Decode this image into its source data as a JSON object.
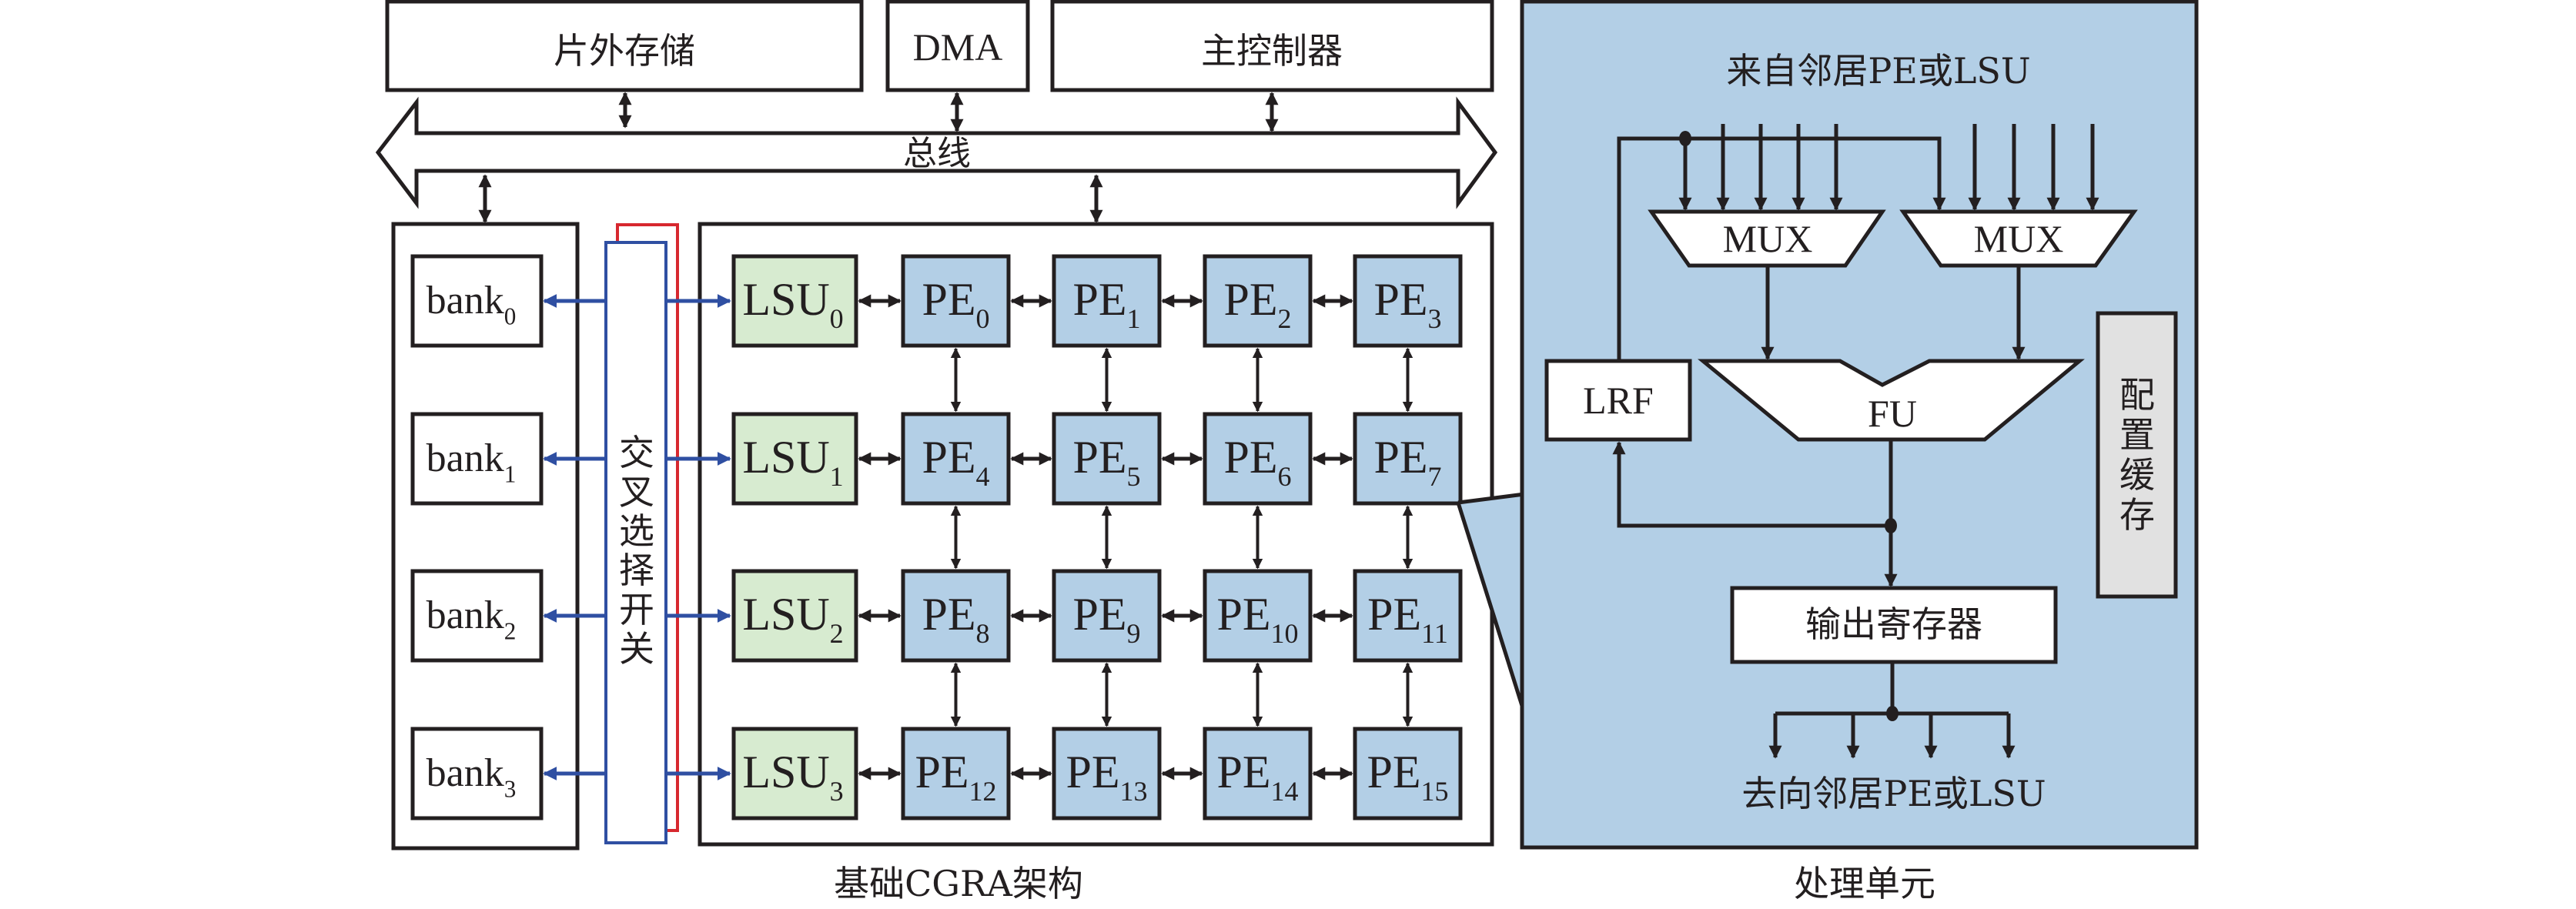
{
  "colors": {
    "pe_fill": "#b3cfe6",
    "lsu_fill": "#d7ebd0",
    "config_fill": "#e1e1e1",
    "crossbar_blue": "#2f4fa2",
    "crossbar_red": "#d7282f",
    "stroke": "#231f20"
  },
  "top_blocks": {
    "offchip_memory": "片外存储",
    "dma": "DMA",
    "main_controller": "主控制器"
  },
  "bus": {
    "label": "总线"
  },
  "memory_banks": [
    {
      "name": "bank",
      "sub": "0"
    },
    {
      "name": "bank",
      "sub": "1"
    },
    {
      "name": "bank",
      "sub": "2"
    },
    {
      "name": "bank",
      "sub": "3"
    }
  ],
  "crossbar": {
    "label_chars": [
      "交",
      "叉",
      "选",
      "择",
      "开",
      "关"
    ]
  },
  "lsus": [
    {
      "name": "LSU",
      "sub": "0"
    },
    {
      "name": "LSU",
      "sub": "1"
    },
    {
      "name": "LSU",
      "sub": "2"
    },
    {
      "name": "LSU",
      "sub": "3"
    }
  ],
  "pe_grid": [
    [
      {
        "name": "PE",
        "sub": "0"
      },
      {
        "name": "PE",
        "sub": "1"
      },
      {
        "name": "PE",
        "sub": "2"
      },
      {
        "name": "PE",
        "sub": "3"
      }
    ],
    [
      {
        "name": "PE",
        "sub": "4"
      },
      {
        "name": "PE",
        "sub": "5"
      },
      {
        "name": "PE",
        "sub": "6"
      },
      {
        "name": "PE",
        "sub": "7"
      }
    ],
    [
      {
        "name": "PE",
        "sub": "8"
      },
      {
        "name": "PE",
        "sub": "9"
      },
      {
        "name": "PE",
        "sub": "10"
      },
      {
        "name": "PE",
        "sub": "11"
      }
    ],
    [
      {
        "name": "PE",
        "sub": "12"
      },
      {
        "name": "PE",
        "sub": "13"
      },
      {
        "name": "PE",
        "sub": "14"
      },
      {
        "name": "PE",
        "sub": "15"
      }
    ]
  ],
  "captions": {
    "cgra": "基础CGRA架构",
    "pe_detail": "处理单元"
  },
  "pe_detail": {
    "input_label": "来自邻居PE或LSU",
    "mux_left": "MUX",
    "mux_right": "MUX",
    "fu": "FU",
    "lrf": "LRF",
    "config_buffer_chars": [
      "配",
      "置",
      "缓",
      "存"
    ],
    "output_register": "输出寄存器",
    "output_label": "去向邻居PE或LSU"
  }
}
